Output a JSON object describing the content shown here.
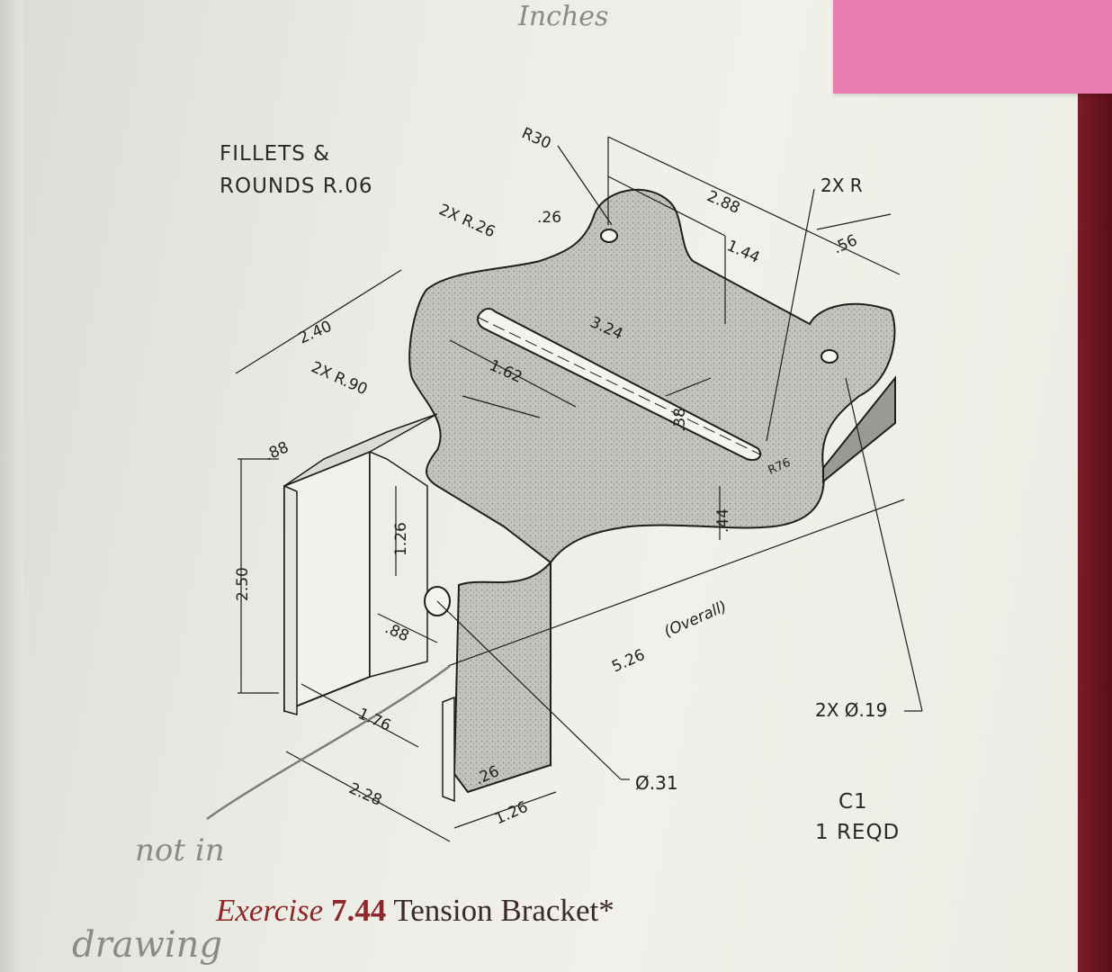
{
  "notes": {
    "fillets_line1": "FILLETS &",
    "fillets_line2": "ROUNDS R.06",
    "part_code": "C1",
    "quantity": "1 REQD"
  },
  "handwriting": {
    "units": "Inches",
    "note_line1": "not in",
    "note_line2": "drawing"
  },
  "caption": {
    "exercise": "Exercise",
    "number": "7.44",
    "title": "Tension Bracket*"
  },
  "dimensions": {
    "r30": "R30",
    "d26_top": ".26",
    "r26": "2X R.26",
    "d288": "2.88",
    "d144": "1.44",
    "r2x": "2X R",
    "d56": ".56",
    "d240": "2.40",
    "r90": "2X R.90",
    "d324": "3.24",
    "d162": "1.62",
    "d38": ".38",
    "r76": "R76",
    "d88_top": ".88",
    "d250": "2.50",
    "d126_vert": "1.26",
    "d44": ".44",
    "d88_mid": ".88",
    "overall": "(Overall)",
    "d526": "5.26",
    "hole19": "2X Ø.19",
    "d176": "1.76",
    "hole31": "Ø.31",
    "d26_bot": ".26",
    "d228": "2.28",
    "d126_bot": "1.26"
  },
  "colors": {
    "part_fill": "#bdbdb8",
    "line": "#1e1e1e",
    "sticky_note": "#e97fb0",
    "book_edge": "#6a1420",
    "caption_accent": "#8e2828"
  }
}
